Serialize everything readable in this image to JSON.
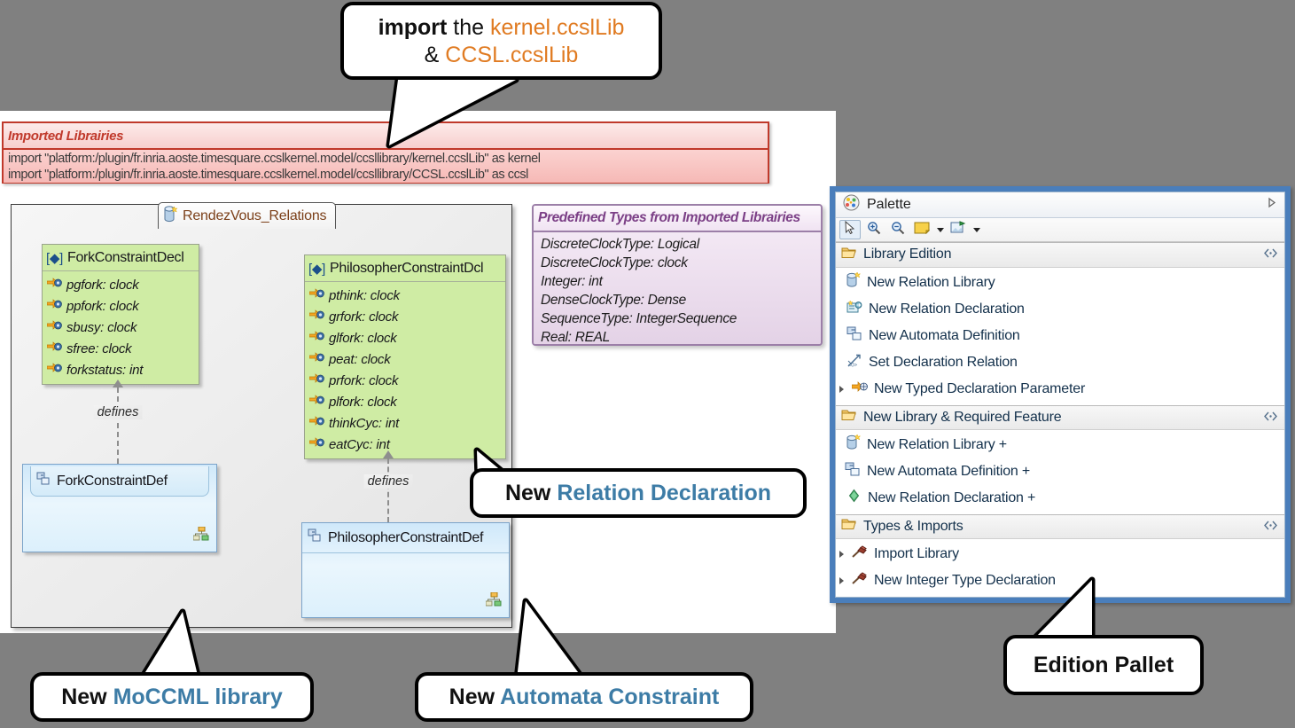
{
  "editor": {
    "imported_libraries": {
      "title": "Imported Librairies",
      "lines": [
        "import \"platform:/plugin/fr.inria.aoste.timesquare.ccslkernel.model/ccsllibrary/kernel.ccslLib\" as kernel",
        "import \"platform:/plugin/fr.inria.aoste.timesquare.ccslkernel.model/ccsllibrary/CCSL.ccslLib\" as ccsl"
      ]
    },
    "diagram_tab": {
      "label": "RendezVous_Relations",
      "icon": "relation-library-icon"
    },
    "nodes": [
      {
        "id": "fork-constraint-decl",
        "kind": "declaration",
        "title": "ForkConstraintDecl",
        "title_prefix": "[◆]",
        "attributes": [
          "pgfork: clock",
          "ppfork: clock",
          "sbusy: clock",
          "sfree: clock",
          "forkstatus: int"
        ]
      },
      {
        "id": "philosopher-constraint-decl",
        "kind": "declaration",
        "title": "PhilosopherConstraintDcl",
        "title_prefix": "[◆]",
        "attributes": [
          "pthink: clock",
          "grfork: clock",
          "glfork: clock",
          "peat: clock",
          "prfork: clock",
          "plfork: clock",
          "thinkCyc: int",
          "eatCyc: int"
        ]
      },
      {
        "id": "fork-constraint-def",
        "kind": "definition",
        "title": "ForkConstraintDef"
      },
      {
        "id": "philosopher-constraint-def",
        "kind": "definition",
        "title": "PhilosopherConstraintDef"
      }
    ],
    "links": [
      {
        "id": "defines-fork",
        "label": "defines"
      },
      {
        "id": "defines-philosopher",
        "label": "defines"
      }
    ],
    "predefined_types": {
      "title": "Predefined Types from Imported Librairies",
      "entries": [
        "DiscreteClockType: Logical",
        "DiscreteClockType: clock",
        "Integer: int",
        "DenseClockType: Dense",
        "SequenceType: IntegerSequence",
        "Real: REAL"
      ]
    }
  },
  "palette": {
    "title": "Palette",
    "collapse_icon": "chevron-right-icon",
    "toolbar": [
      {
        "name": "select-tool",
        "icon": "arrow-cursor-icon",
        "selected": true
      },
      {
        "name": "zoom-in-tool",
        "icon": "zoom-in-icon",
        "selected": false
      },
      {
        "name": "zoom-out-tool",
        "icon": "zoom-out-icon",
        "selected": false
      },
      {
        "name": "note-tool",
        "icon": "note-icon",
        "selected": false,
        "has_caret": true
      },
      {
        "name": "attach-note-tool",
        "icon": "note-attachment-icon",
        "selected": false,
        "has_caret": true
      }
    ],
    "groups": [
      {
        "name": "library-edition",
        "label": "Library Edition",
        "icon": "open-folder-icon",
        "pin_icon": "pin-icon",
        "items": [
          {
            "label": "New Relation Library",
            "icon": "relation-library-icon",
            "expandable": false
          },
          {
            "label": "New Relation Declaration",
            "icon": "relation-declaration-icon",
            "expandable": false
          },
          {
            "label": "New Automata Definition",
            "icon": "automata-definition-icon",
            "expandable": false
          },
          {
            "label": "Set Declaration Relation",
            "icon": "set-declaration-relation-icon",
            "expandable": false
          },
          {
            "label": "New Typed Declaration Parameter",
            "icon": "typed-declaration-parameter-icon",
            "expandable": true
          }
        ]
      },
      {
        "name": "new-library-required-feature",
        "label": "New Library & Required Feature",
        "icon": "open-folder-icon",
        "pin_icon": "pin-icon",
        "items": [
          {
            "label": "New Relation Library +",
            "icon": "relation-library-icon",
            "expandable": false
          },
          {
            "label": "New Automata Definition +",
            "icon": "automata-definition-icon",
            "expandable": false
          },
          {
            "label": "New Relation Declaration +",
            "icon": "green-diamond-icon",
            "expandable": false
          }
        ]
      },
      {
        "name": "types-imports",
        "label": "Types & Imports",
        "icon": "open-folder-icon",
        "pin_icon": "pin-icon",
        "items": [
          {
            "label": "Import Library",
            "icon": "hammer-icon",
            "expandable": true
          },
          {
            "label": "New Integer Type Declaration",
            "icon": "hammer-icon",
            "expandable": true
          }
        ]
      }
    ]
  },
  "callouts": [
    {
      "id": "import-callout",
      "lines": [
        [
          {
            "text": "import ",
            "style": "bold-black"
          },
          {
            "text": "the ",
            "style": "regular-black"
          },
          {
            "text": "kernel.ccslLib",
            "style": "orange"
          }
        ],
        [
          {
            "text": "& ",
            "style": "regular-black"
          },
          {
            "text": "CCSL.ccslLib",
            "style": "orange"
          }
        ]
      ]
    },
    {
      "id": "new-relation-declaration-callout",
      "lines": [
        [
          {
            "text": "New ",
            "style": "bold-black"
          },
          {
            "text": "Relation Declaration",
            "style": "blue"
          }
        ]
      ]
    },
    {
      "id": "new-moccml-library-callout",
      "lines": [
        [
          {
            "text": "New ",
            "style": "bold-black"
          },
          {
            "text": "MoCCML library",
            "style": "blue"
          }
        ]
      ]
    },
    {
      "id": "new-automata-constraint-callout",
      "lines": [
        [
          {
            "text": "New ",
            "style": "bold-black"
          },
          {
            "text": "Automata Constraint",
            "style": "blue"
          }
        ]
      ]
    },
    {
      "id": "edition-pallet-callout",
      "lines": [
        [
          {
            "text": "Edition Pallet",
            "style": "bold-black"
          }
        ]
      ]
    }
  ],
  "colors": {
    "background": "#808080",
    "palette_frame": "#4a7ebb",
    "accent_orange": "#e07b22",
    "accent_blue": "#3d7ca6",
    "imported_libs_border": "#c0392b",
    "declaration_node": "#cfeca4",
    "definition_node": "#dcf0fc",
    "predefined_types_border": "#9c7fa8"
  }
}
